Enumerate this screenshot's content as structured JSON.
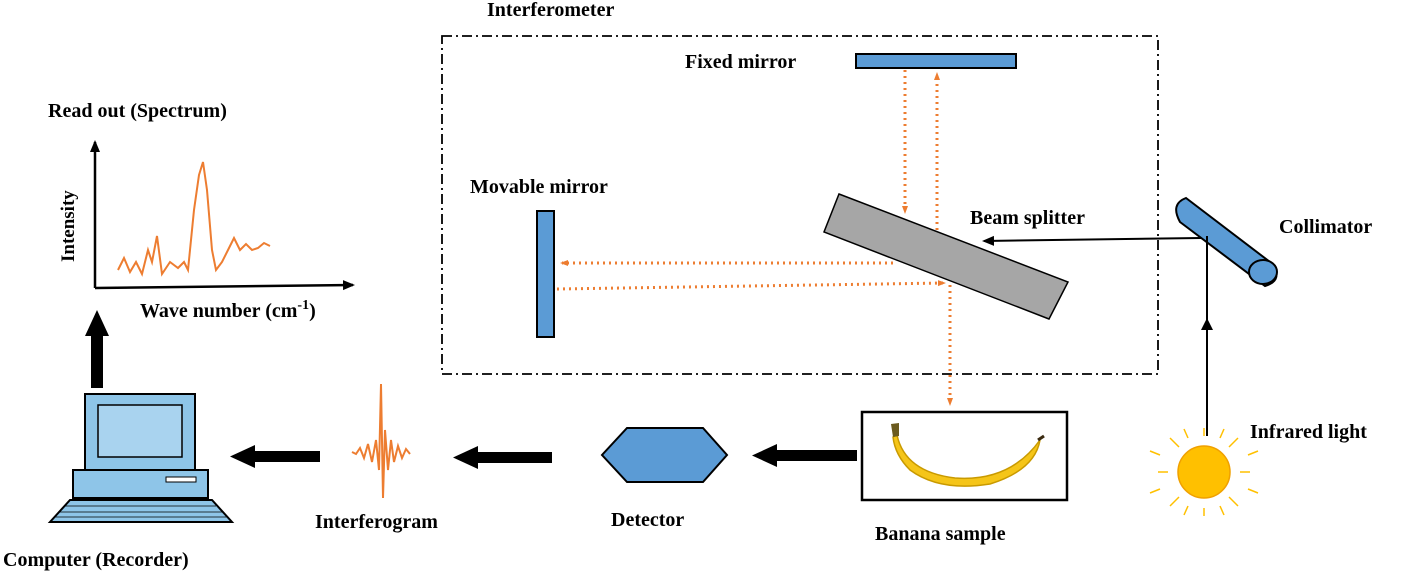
{
  "labels": {
    "interferometer": "Interferometer",
    "fixed_mirror": "Fixed mirror",
    "movable_mirror": "Movable mirror",
    "beam_splitter": "Beam splitter",
    "collimator": "Collimator",
    "infrared_light": "Infrared light",
    "banana_sample": "Banana sample",
    "detector": "Detector",
    "interferogram": "Interferogram",
    "computer": "Computer (Recorder)",
    "readout_title": "Read out (Spectrum)",
    "readout_ylabel": "Intensity",
    "readout_xlabel": "Wave number (cm",
    "readout_xlabel_sup": "-1",
    "readout_xlabel_close": ")"
  },
  "colors": {
    "mirror_blue": "#5b9bd5",
    "mirror_outline": "#000000",
    "splitter_gray": "#a6a6a6",
    "beam_orange": "#ed7d31",
    "arrow_black": "#000000",
    "sun_yellow": "#ffc000",
    "banana_yellow": "#f5c518",
    "computer_blue": "#8ec5e8"
  },
  "icons": {
    "sun": "sun-icon",
    "banana": "banana-icon",
    "computer": "computer-icon",
    "collimator": "collimator-icon",
    "detector": "hexagon-detector-icon"
  }
}
